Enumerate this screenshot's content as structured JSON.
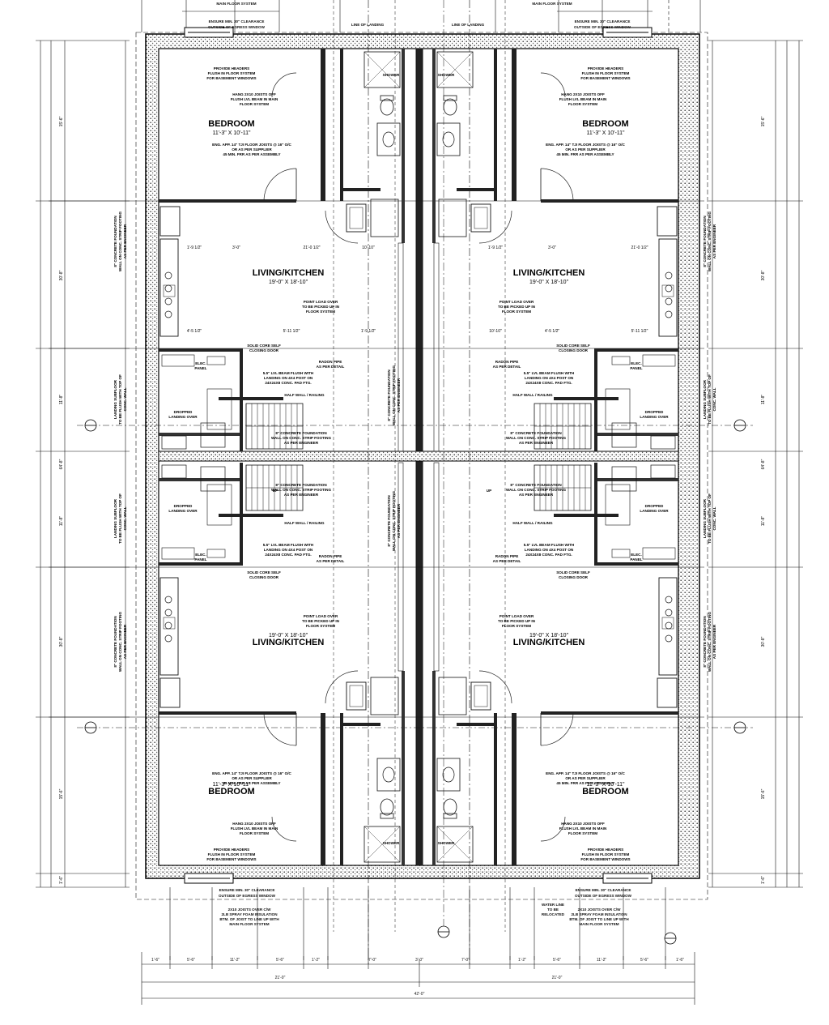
{
  "units": [
    {
      "id": "top-left",
      "bedroom": {
        "title": "BEDROOM",
        "dims": "11'-3\" X 10'-11\""
      },
      "living": {
        "title": "LIVING/KITCHEN",
        "dims": "19'-0\" X 18'-10\""
      }
    },
    {
      "id": "top-right",
      "bedroom": {
        "title": "BEDROOM",
        "dims": "11'-3\" X 10'-11\""
      },
      "living": {
        "title": "LIVING/KITCHEN",
        "dims": "19'-0\" X 18'-10\""
      }
    },
    {
      "id": "bottom-left",
      "bedroom": {
        "title": "BEDROOM",
        "dims": "11'-3\" X 10'-11\""
      },
      "living": {
        "title": "LIVING/KITCHEN",
        "dims": "19'-0\" X 18'-10\""
      }
    },
    {
      "id": "bottom-right",
      "bedroom": {
        "title": "BEDROOM",
        "dims": "11'-3\" X 10'-11\""
      },
      "living": {
        "title": "LIVING/KITCHEN",
        "dims": "19'-0\" X 18'-10\""
      }
    }
  ],
  "notes": {
    "clearance": [
      "ENSURE MIN. 30\" CLEARANCE",
      "OUTSIDE OF EGRESS WINDOW"
    ],
    "headers": [
      "PROVIDE HEADERS",
      "FLUSH IN FLOOR SYSTEM",
      "FOR BASEMENT WINDOWS"
    ],
    "joists": [
      "HANG 2X10 JOISTS OFF",
      "FLUSH LVL BEAM IN MAIN",
      "FLOOR SYSTEM"
    ],
    "eng_joists": [
      "ENG. APP. 14\" TJI FLOOR JOISTS @ 16\" O/C",
      "OR AS PER SUPPLIER",
      "45 MIN. FRR AS PER ASSEMBLY"
    ],
    "point_load": [
      "POINT LOAD OVER",
      "TO BE PICKED UP IN",
      "FLOOR SYSTEM"
    ],
    "solid_core": [
      "SOLID CORE SELF",
      "CLOSING DOOR"
    ],
    "radon": [
      "RADON PIPE",
      "AS PER DETAIL"
    ],
    "lvl_beam": [
      "5.5\" LVL BEAM FLUSH WITH",
      "LANDING ON 4X4 POST ON",
      "24X24X8 CONC. PAD FTG."
    ],
    "elec": [
      "ELEC.",
      "PANEL"
    ],
    "half_wall": "HALF WALL / RAILING",
    "dropped": [
      "DROPPED",
      "LANDING OVER"
    ],
    "concrete_wall": [
      "8\" CONCRETE FOUNDATION",
      "WALL ON CONC. STRIP FOOTING",
      "AS PER ENGINEER"
    ],
    "concrete_vertical": [
      "8\" CONCRETE FOUNDATION",
      "WALL ON CONC. STRIP FOOTING",
      "AS PER ENGINEER"
    ],
    "landing_side": [
      "LANDING SUBFLOOR",
      "TO BE FLUSH WITH TOP OF",
      "CONC. WALL"
    ],
    "line_of_landing": "LINE OF LANDING",
    "main_floor": "MAIN FLOOR SYSTEM",
    "spray_foam": [
      "2X10 JOISTS OVER C/W",
      "2LB SPRAY FOAM INSULATION",
      "BTM. OF JOIST TO LINE UP WITH",
      "MAIN FLOOR SYSTEM"
    ],
    "water_line": [
      "WATER LINE",
      "TO BE",
      "RELOCATED"
    ],
    "shower": [
      "SHOWER"
    ],
    "up": "UP"
  },
  "dimensions": {
    "left_vertical": [
      "15'-6\"",
      "30'-8\"",
      "11'-8\"",
      "64'-8\"",
      "11'-8\"",
      "30'-8\"",
      "15'-6\"",
      "1'-6\""
    ],
    "bottom_row": [
      "1'-6\"",
      "5'-6\"",
      "11'-2\"",
      "5'-6\"",
      "1'-2\"",
      "7'-0\"",
      "3'-0\"",
      "7'-0\"",
      "1'-2\"",
      "5'-6\"",
      "11'-2\"",
      "5'-6\"",
      "1'-6\""
    ],
    "bottom_halves": [
      "21'-0\"",
      "21'-0\""
    ],
    "bottom_total": "42'-0\"",
    "interior": [
      "1'-9 1/2\"",
      "3'-0\"",
      "21'-0 1/2\"",
      "10'-10\"",
      "4'-5 1/2\"",
      "5'-11 1/2\""
    ]
  }
}
